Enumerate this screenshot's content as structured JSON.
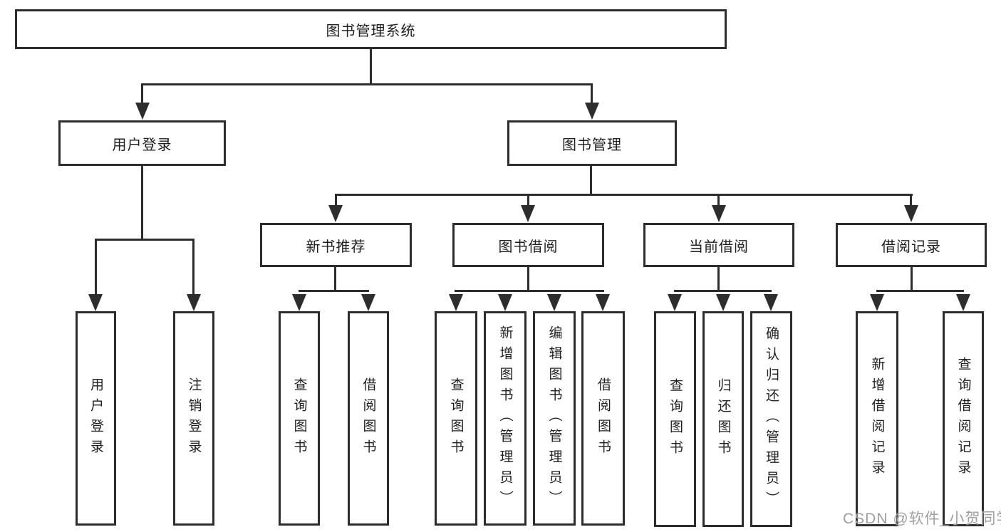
{
  "diagram": {
    "root": "图书管理系统",
    "level2": [
      {
        "label": "用户登录",
        "leaves": [
          "用户登录",
          "注销登录"
        ]
      },
      {
        "label": "图书管理",
        "level3": [
          {
            "label": "新书推荐",
            "leaves": [
              "查询图书",
              "借阅图书"
            ]
          },
          {
            "label": "图书借阅",
            "leaves": [
              "查询图书",
              "新增图书（管理员）",
              "编辑图书（管理员）",
              "借阅图书"
            ]
          },
          {
            "label": "当前借阅",
            "leaves": [
              "查询图书",
              "归还图书",
              "确认归还（管理员）"
            ]
          },
          {
            "label": "借阅记录",
            "leaves": [
              "新增借阅记录",
              "查询借阅记录"
            ]
          }
        ]
      }
    ]
  },
  "watermark": {
    "text": "CSDN @软件_小贺同学"
  },
  "colors": {
    "line": "#2d2d2d",
    "text": "#1f1f1f",
    "background": "#ffffff",
    "watermark": "#9f9f9f"
  }
}
